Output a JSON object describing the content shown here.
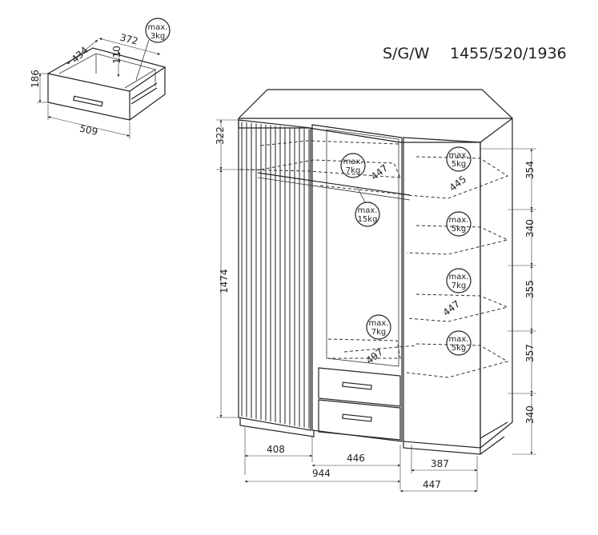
{
  "header": {
    "label": "S/G/W",
    "dimensions": "1455/520/1936"
  },
  "drawer": {
    "depth": "434",
    "inner_width": "372",
    "inner_height": "110",
    "height": "186",
    "width": "509",
    "load_line1": "max.",
    "load_line2": "3kg"
  },
  "wardrobe": {
    "top_height": "322",
    "door_height": "1474",
    "bottom_widths": [
      "408",
      "446",
      "387"
    ],
    "total_width": "944",
    "right_width": "447",
    "shelf_heights": [
      "354",
      "340",
      "355",
      "357",
      "340"
    ],
    "shelf_depths": [
      "447",
      "445",
      "447",
      "497"
    ],
    "loads": [
      {
        "line1": "max.",
        "line2": "7kg"
      },
      {
        "line1": "max.",
        "line2": "5kg"
      },
      {
        "line1": "max.",
        "line2": "15kg"
      },
      {
        "line1": "max.",
        "line2": "5kg"
      },
      {
        "line1": "max.",
        "line2": "7kg"
      },
      {
        "line1": "max.",
        "line2": "7kg"
      },
      {
        "line1": "max.",
        "line2": "5kg"
      }
    ]
  }
}
